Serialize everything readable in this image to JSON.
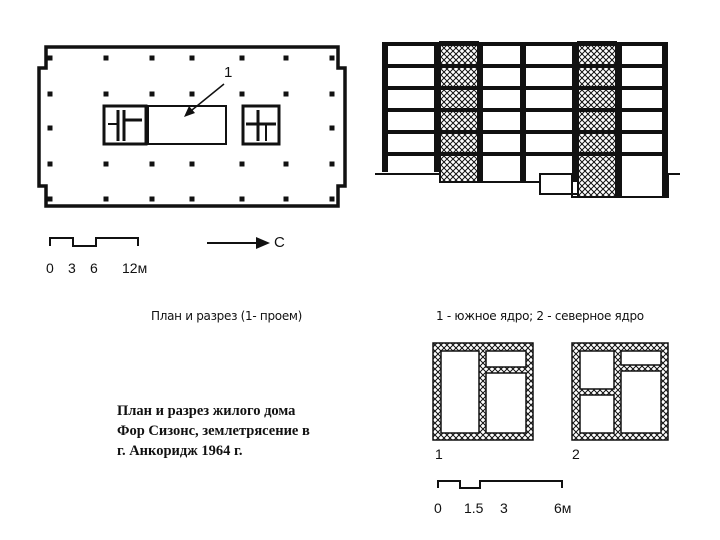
{
  "plan": {
    "pointer_label": "1",
    "scale_ticks": [
      "0",
      "3",
      "6",
      "12м"
    ],
    "north_label": "С"
  },
  "captions": {
    "left": "План и разрез (1- проем)",
    "right": "1 - южное ядро; 2 - северное ядро"
  },
  "description": {
    "line1": "План и разрез жилого дома",
    "line2": "Фор Сизонс, землетрясение в",
    "line3": "г. Анкоридж 1964 г."
  },
  "cores": {
    "label_1": "1",
    "label_2": "2",
    "scale_ticks": [
      "0",
      "1.5",
      "3",
      "6м"
    ]
  },
  "colors": {
    "line": "#111111",
    "background": "#ffffff"
  }
}
